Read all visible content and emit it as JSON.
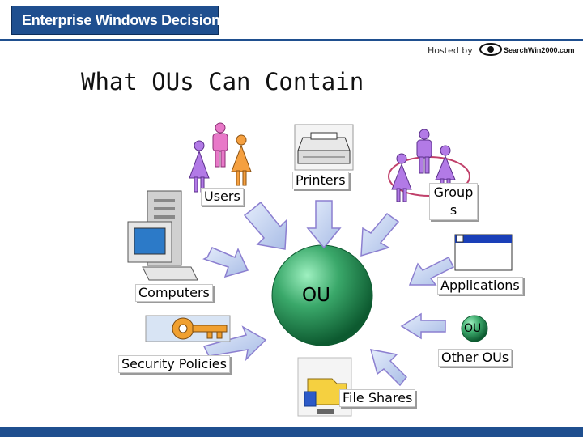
{
  "header": {
    "banner_title": "Enterprise Windows Decisions",
    "hosted_by": "Hosted by",
    "sponsor_logo": "SearchWin2000.com"
  },
  "slide": {
    "title": "What OUs Can Contain",
    "center_label": "OU",
    "items": {
      "users": "Users",
      "printers": "Printers",
      "groups": "Group s",
      "computers": "Computers",
      "applications": "Applications",
      "other_ous_icon": "OU",
      "other_ous": "Other OUs",
      "security_policies": "Security Policies",
      "file_shares": "File Shares"
    }
  },
  "icons": [
    "users-icon",
    "printer-icon",
    "groups-icon",
    "computer-icon",
    "application-window-icon",
    "ou-sphere-icon",
    "key-icon",
    "file-share-icon",
    "eye-logo-icon"
  ],
  "colors": {
    "banner": "#1f4f8f",
    "sphere": "#3aa86a",
    "arrow_fill": "#c9d8f2",
    "arrow_stroke": "#8c7fd0",
    "person_pink": "#e878c8",
    "person_purple": "#b27ae6",
    "person_orange": "#f5a040"
  }
}
